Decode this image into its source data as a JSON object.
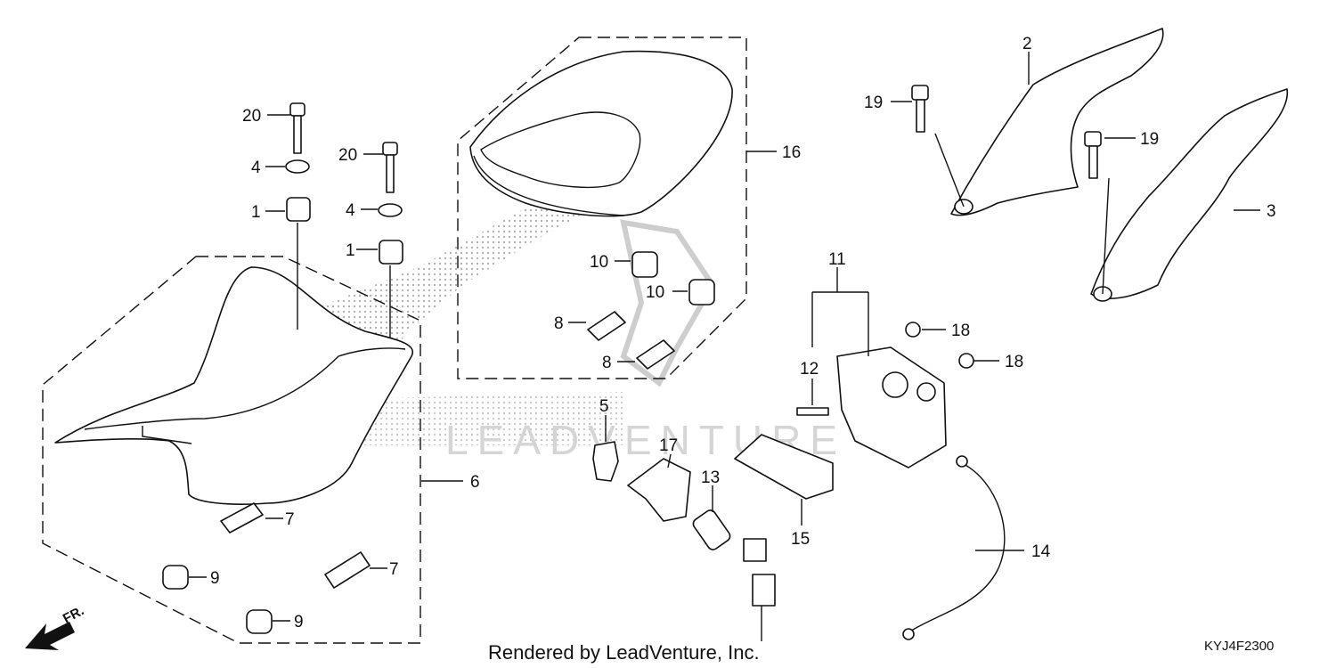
{
  "diagram": {
    "code": "KYJ4F2300",
    "credit": "Rendered by LeadVenture, Inc.",
    "direction_label": "FR.",
    "watermark_text": "LEADVENTURE",
    "colors": {
      "line": "#111111",
      "watermark": "#9a9a9a",
      "background": "#ffffff"
    },
    "callouts": {
      "c1": "1",
      "c1b": "1",
      "c2": "2",
      "c3": "3",
      "c4": "4",
      "c4b": "4",
      "c5": "5",
      "c6": "6",
      "c7": "7",
      "c7b": "7",
      "c8": "8",
      "c8b": "8",
      "c9": "9",
      "c9b": "9",
      "c10": "10",
      "c10b": "10",
      "c11": "11",
      "c12": "12",
      "c13": "13",
      "c14": "14",
      "c15": "15",
      "c16": "16",
      "c17": "17",
      "c18": "18",
      "c18b": "18",
      "c19": "19",
      "c19b": "19",
      "c20": "20",
      "c20b": "20"
    }
  }
}
